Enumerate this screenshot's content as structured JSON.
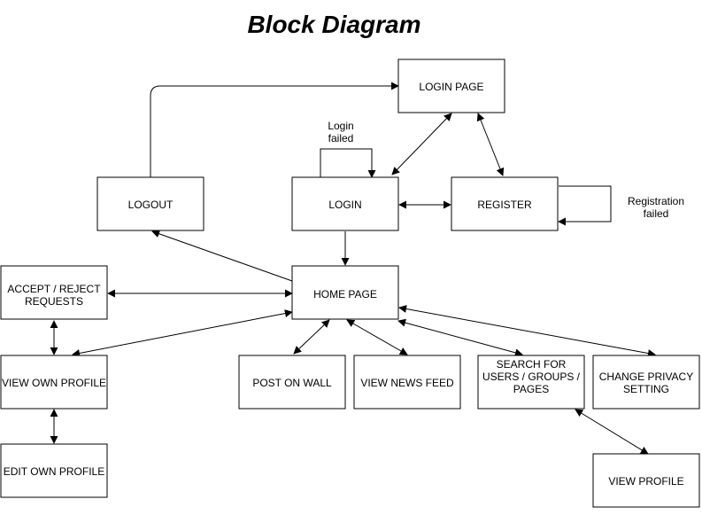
{
  "title": "Block Diagram",
  "nodes": {
    "login_page": "LOGIN PAGE",
    "logout": "LOGOUT",
    "login": "LOGIN",
    "register": "REGISTER",
    "accept_reject": [
      "ACCEPT / REJECT",
      "REQUESTS"
    ],
    "home_page": "HOME PAGE",
    "view_own_profile": "VIEW OWN PROFILE",
    "post_on_wall": "POST ON WALL",
    "view_news_feed": "VIEW NEWS FEED",
    "search": [
      "SEARCH FOR",
      "USERS / GROUPS /",
      "PAGES"
    ],
    "change_privacy": [
      "CHANGE PRIVACY",
      "SETTING"
    ],
    "edit_own_profile": "EDIT OWN PROFILE",
    "view_profile": "VIEW  PROFILE"
  },
  "notes": {
    "login_failed": [
      "Login",
      "failed"
    ],
    "registration_failed": [
      "Registration",
      "failed"
    ]
  }
}
